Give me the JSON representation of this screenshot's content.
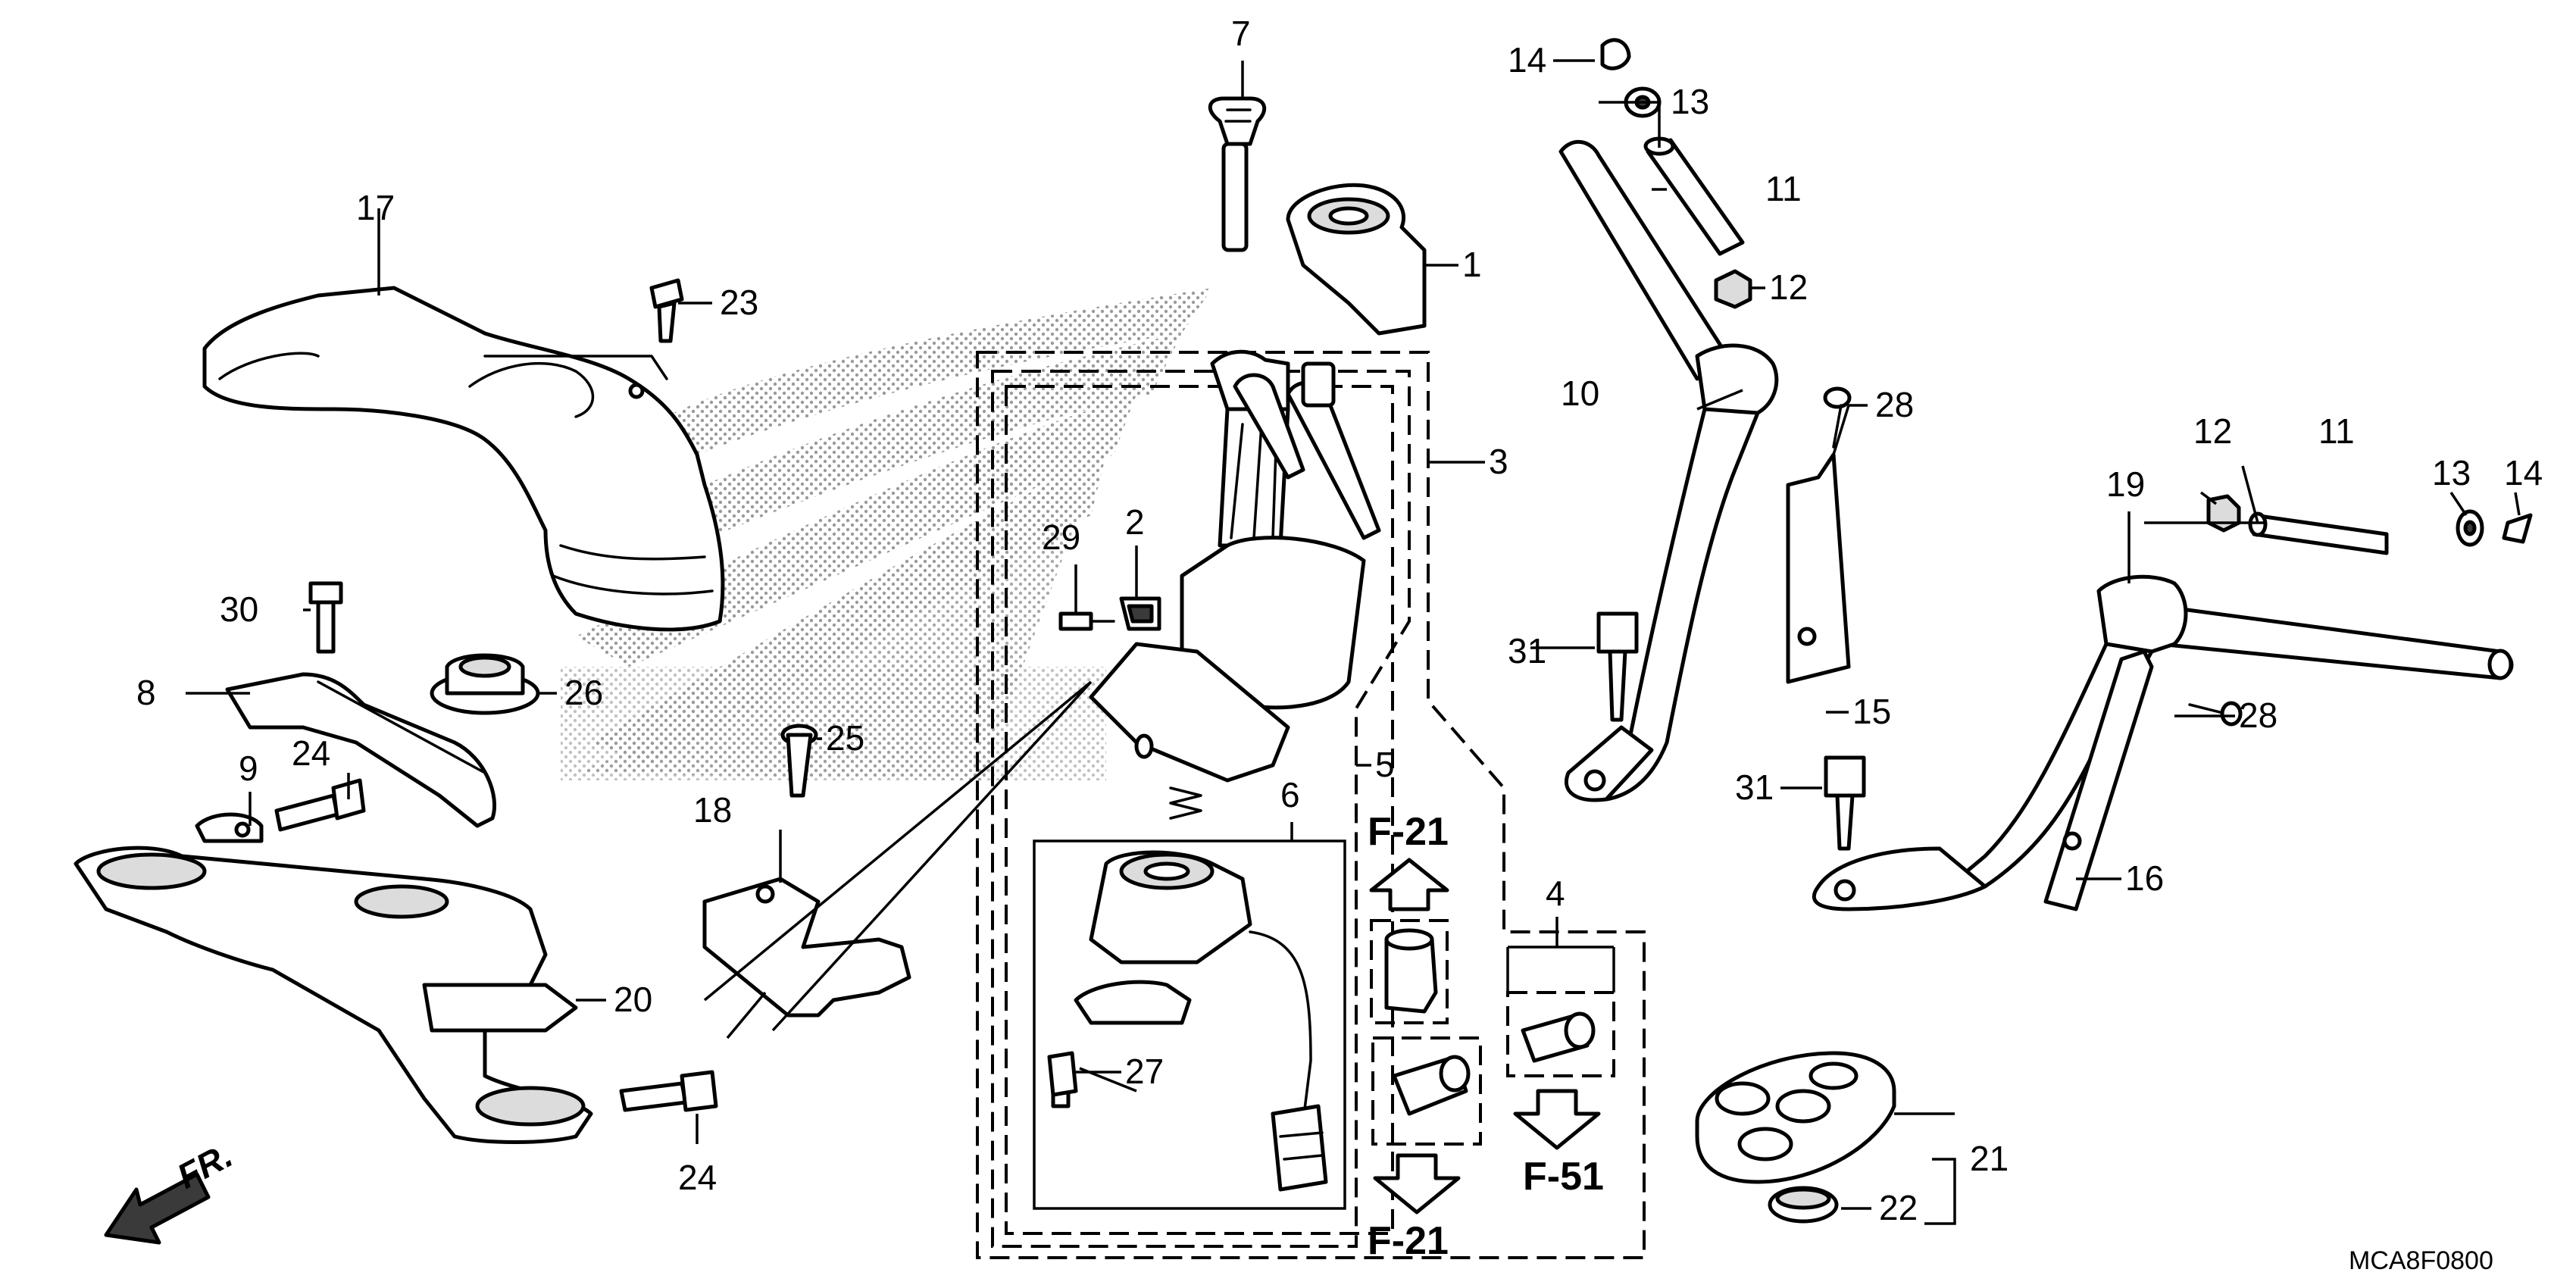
{
  "diagram": {
    "code": "MCA8F0800",
    "front_label": "FR.",
    "references": {
      "f21_upper": "F-21",
      "f21_lower": "F-21",
      "f51": "F-51"
    },
    "labels": {
      "p1": "1",
      "p2": "2",
      "p3": "3",
      "p4": "4",
      "p5": "5",
      "p6": "6",
      "p7": "7",
      "p8": "8",
      "p9": "9",
      "p10": "10",
      "p11a": "11",
      "p11b": "11",
      "p12a": "12",
      "p12b": "12",
      "p13a": "13",
      "p13b": "13",
      "p14a": "14",
      "p14b": "14",
      "p15": "15",
      "p16": "16",
      "p17": "17",
      "p18": "18",
      "p19": "19",
      "p20": "20",
      "p21": "21",
      "p22": "22",
      "p23": "23",
      "p24a": "24",
      "p24b": "24",
      "p25": "25",
      "p26": "26",
      "p27": "27",
      "p28a": "28",
      "p28b": "28",
      "p29": "29",
      "p30": "30",
      "p31a": "31",
      "p31b": "31"
    }
  }
}
